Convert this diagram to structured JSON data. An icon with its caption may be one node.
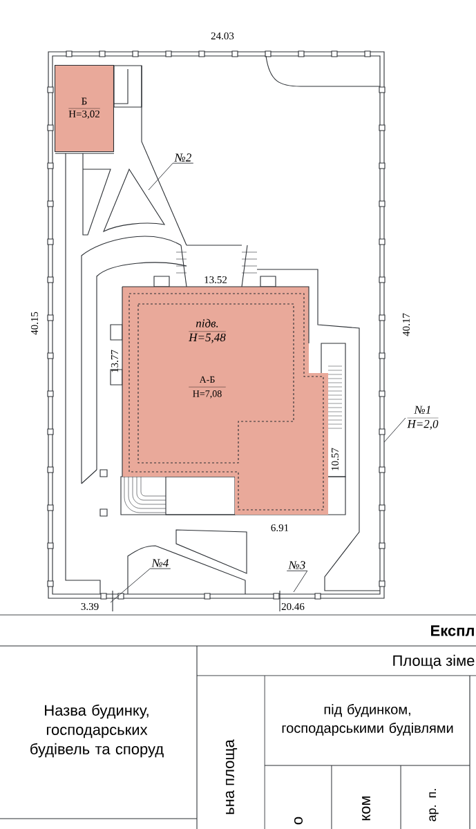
{
  "diagram": {
    "nodes": [
      {
        "text": [
          "Б",
          "H=3,02"
        ]
      },
      {
        "text": [
          "підв.",
          "H=5,48",
          "А-Б",
          "H=7,08"
        ]
      },
      {
        "text": [
          "№2"
        ]
      },
      {
        "text": [
          "№1",
          "H=2,0"
        ]
      },
      {
        "text": [
          "№4"
        ]
      },
      {
        "text": [
          "№3"
        ]
      }
    ],
    "edges": [
      {
        "from": 2,
        "to": null,
        "arrow": "none"
      },
      {
        "from": 3,
        "to": null,
        "arrow": "none"
      },
      {
        "from": 4,
        "to": null,
        "arrow": "none"
      },
      {
        "from": 5,
        "to": null,
        "arrow": "none"
      }
    ],
    "labels": [
      "24.03",
      "40.15",
      "40.17",
      "13.52",
      "13.77",
      "10.57",
      "6.91",
      "3.39",
      "20.46",
      "Експл",
      "Площа зіме",
      "Назва будинку, господарських будівель та споруд",
      "ьна площа",
      "під будинком, господарськими будівлями",
      "о",
      "ком",
      "ар. п."
    ]
  }
}
